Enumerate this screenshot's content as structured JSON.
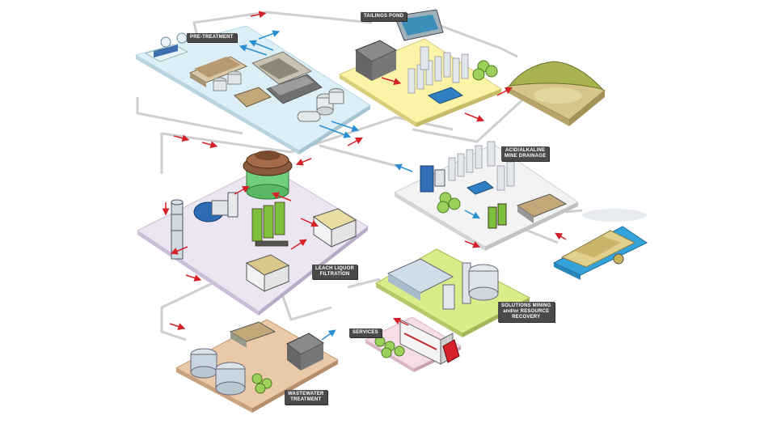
{
  "labels": {
    "pretreatment": "PRE-TREATMENT",
    "tailings": "TAILINGS POND",
    "amd_line1": "ACID/ALKALINE",
    "amd_line2": "MINE DRAINAGE",
    "leach_line1": "LEACH LIQUOR",
    "leach_line2": "FILTRATION",
    "solutions_line1": "SOLUTIONS MINING",
    "solutions_line2": "and/or RESOURCE",
    "solutions_line3": "RECOVERY",
    "services": "SERVICES",
    "wastewater_line1": "WASTEWATER",
    "wastewater_line2": "TREATMENT"
  },
  "colors": {
    "pretreatment_platform": "#dceff7",
    "tailings_platform": "#fbf3a6",
    "leach_platform": "#ece6f2",
    "amd_platform": "#f3f3f3",
    "solutions_platform": "#d9ec8a",
    "services_platform": "#f7dde6",
    "wastewater_platform": "#e9c9a8",
    "pipe": "#d6d6d6",
    "arrow_red": "#d4212a",
    "arrow_blue": "#2a8fd1",
    "label_bg": "#4a4a4a"
  }
}
